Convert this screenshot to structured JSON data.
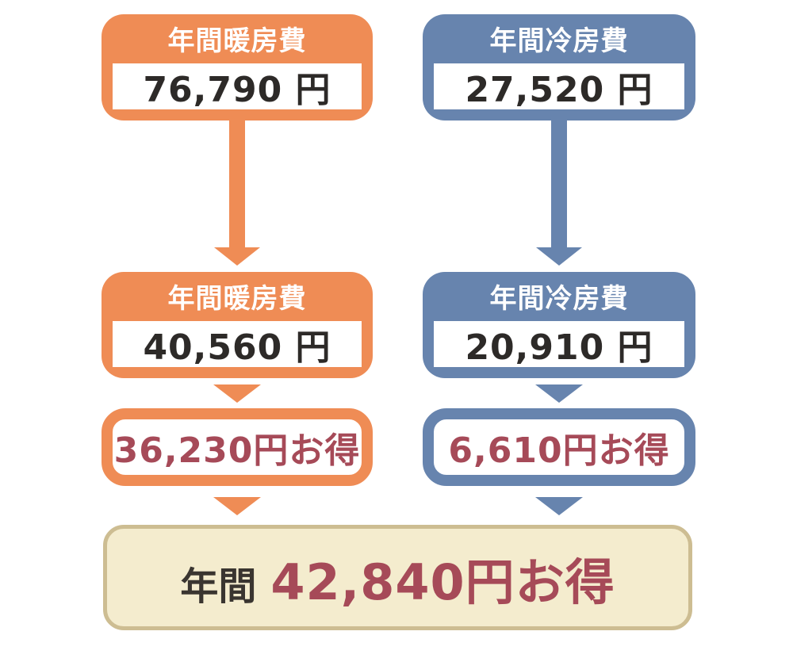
{
  "diagram": {
    "title_hint": "annual-heating-cooling-cost-savings-flow",
    "colors": {
      "heating_accent": "#EF8C55",
      "cooling_accent": "#6784AE",
      "savings_text_red": "#A64A58",
      "value_text": "#2D2A28",
      "total_prefix_text": "#3A3530",
      "total_bg": "#F4ECCE",
      "total_border": "#CDBD92"
    },
    "columns": [
      {
        "name": "heating",
        "accent": "#EF8C55",
        "before": {
          "title": "年間暖房費",
          "value": "76,790 円",
          "amount": 76790
        },
        "after": {
          "title": "年間暖房費",
          "value": "40,560 円",
          "amount": 40560
        },
        "savings": {
          "label": "36,230円お得",
          "amount": 36230
        }
      },
      {
        "name": "cooling",
        "accent": "#6784AE",
        "before": {
          "title": "年間冷房費",
          "value": "27,520 円",
          "amount": 27520
        },
        "after": {
          "title": "年間冷房費",
          "value": "20,910 円",
          "amount": 20910
        },
        "savings": {
          "label": "6,610円お得",
          "amount": 6610
        }
      }
    ],
    "total": {
      "prefix": "年間",
      "label": "42,840円お得",
      "amount": 42840
    }
  }
}
